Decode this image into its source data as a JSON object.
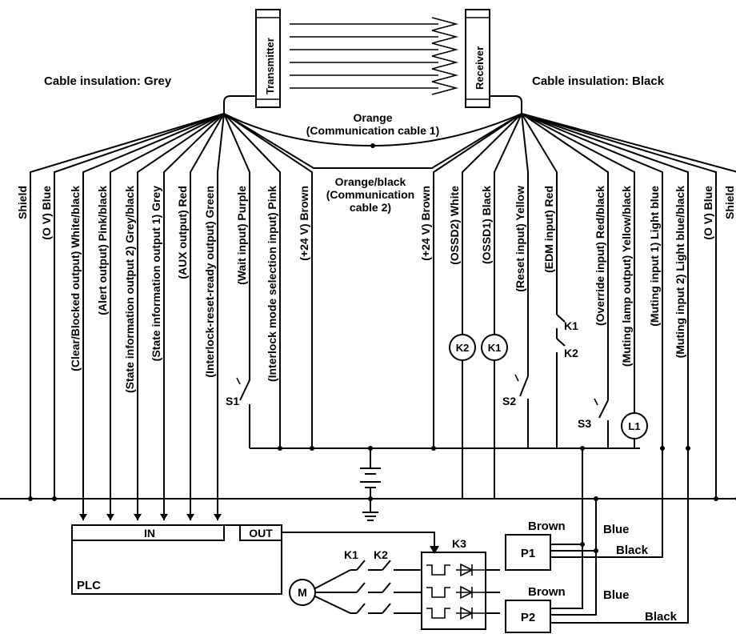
{
  "devices": {
    "transmitter": "Transmitter",
    "receiver": "Receiver",
    "transmitter_cable": "Cable insulation: Grey",
    "receiver_cable": "Cable insulation: Black"
  },
  "comm": {
    "orange": "Orange",
    "orange_sub": "(Communication cable 1)",
    "orange_black": "Orange/black",
    "orange_black_sub1": "(Communication",
    "orange_black_sub2": "cable 2)"
  },
  "wires_left": [
    "Shield",
    "(O V) Blue",
    "(Clear/Blocked output) White/black",
    "(Alert output) Pink/black",
    "(State information output 2) Grey/black",
    "(State information output 1) Grey",
    "(AUX output) Red",
    "(Interlock-reset-ready output) Green",
    "(Wait input) Purple",
    "(Interlock mode selection input) Pink",
    "(+24 V) Brown"
  ],
  "wires_right": [
    "(+24 V) Brown",
    "(OSSD2) White",
    "(OSSD1) Black",
    "(Reset input) Yellow",
    "(EDM input) Red",
    "(Override input) Red/black",
    "(Muting lamp output) Yellow/black",
    "(Muting input 1) Light blue",
    "(Muting input 2) Light blue/black",
    "(O V) Blue",
    "Shield"
  ],
  "components": {
    "s1": "S1",
    "s2": "S2",
    "s3": "S3",
    "k1": "K1",
    "k2": "K2",
    "k3": "K3",
    "l1": "L1",
    "m": "M",
    "p1": "P1",
    "p2": "P2"
  },
  "plc": {
    "in": "IN",
    "out": "OUT",
    "name": "PLC"
  },
  "sensors": {
    "brown": "Brown",
    "blue": "Blue",
    "black": "Black"
  }
}
